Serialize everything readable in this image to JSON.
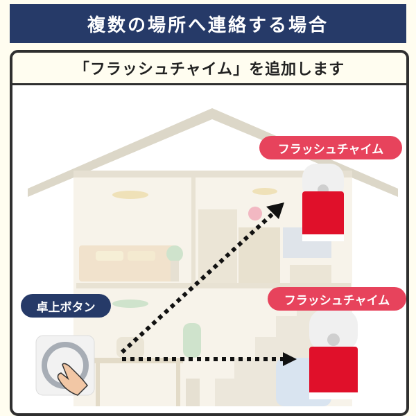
{
  "header": {
    "title": "複数の場所へ連絡する場合"
  },
  "panel": {
    "subtitle": "「フラッシュチャイム」を追加します"
  },
  "labels": {
    "chime_upper": "フラッシュチャイム",
    "chime_lower": "フラッシュチャイム",
    "desk_button": "卓上ボタン"
  },
  "colors": {
    "navy": "#263a68",
    "pink": "#e7435c",
    "chime_red": "#e0102a"
  }
}
